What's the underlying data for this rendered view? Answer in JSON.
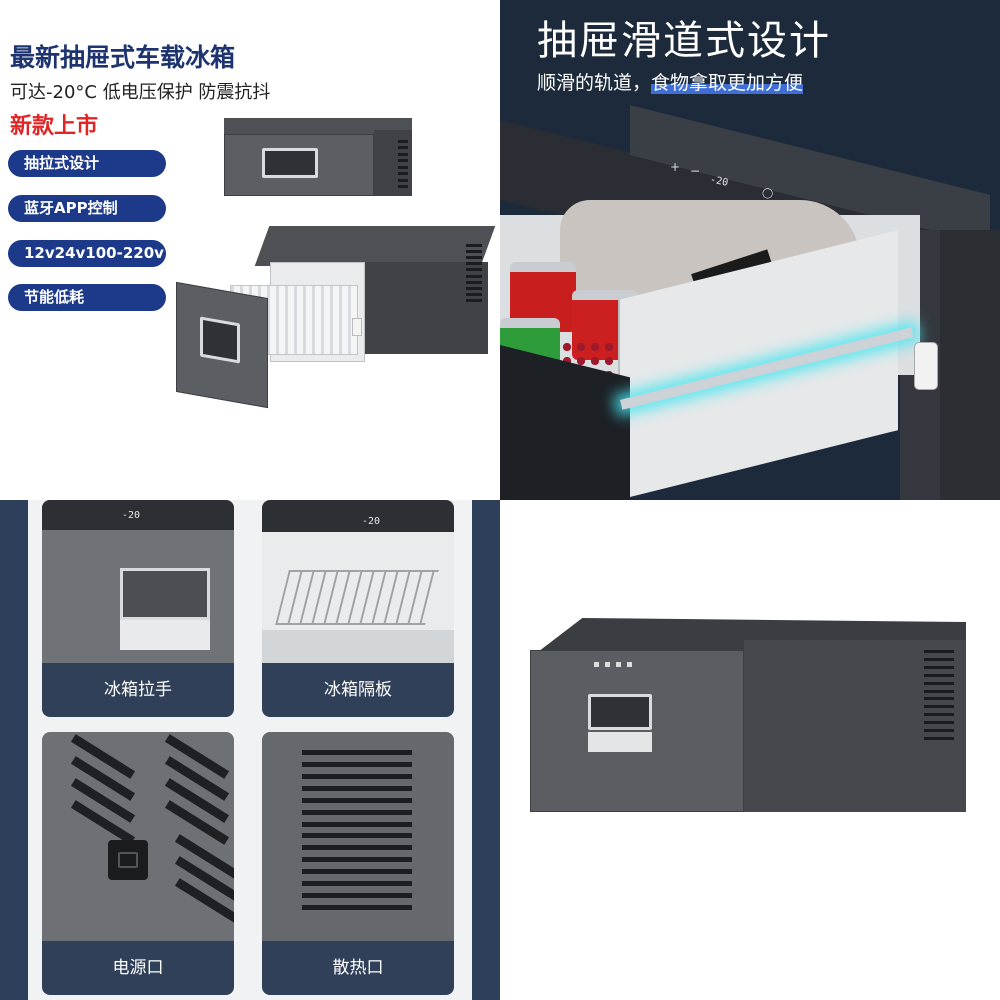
{
  "top_left": {
    "title": "最新抽屉式车载冰箱",
    "subtitle": "可达-20°C 低电压保护 防震抗抖",
    "new_tag": "新款上市",
    "features": [
      "抽拉式设计",
      "蓝牙APP控制",
      "12v24v100-220v",
      "节能低耗"
    ]
  },
  "top_right": {
    "title": "抽屉滑道式设计",
    "subtitle_plain": "顺滑的轨道，",
    "subtitle_highlight": "食物拿取更加方便",
    "panel_readout": "-20"
  },
  "bottom_left": {
    "cards": [
      {
        "label": "冰箱拉手",
        "readout": "-20"
      },
      {
        "label": "冰箱隔板",
        "readout": "-20"
      },
      {
        "label": "电源口"
      },
      {
        "label": "散热口"
      }
    ]
  },
  "colors": {
    "navy": "#1d3a8a",
    "title_blue": "#1d3470",
    "red": "#e12424",
    "dark_bg": "#1c2a3b",
    "label_bg": "#2f4058"
  }
}
